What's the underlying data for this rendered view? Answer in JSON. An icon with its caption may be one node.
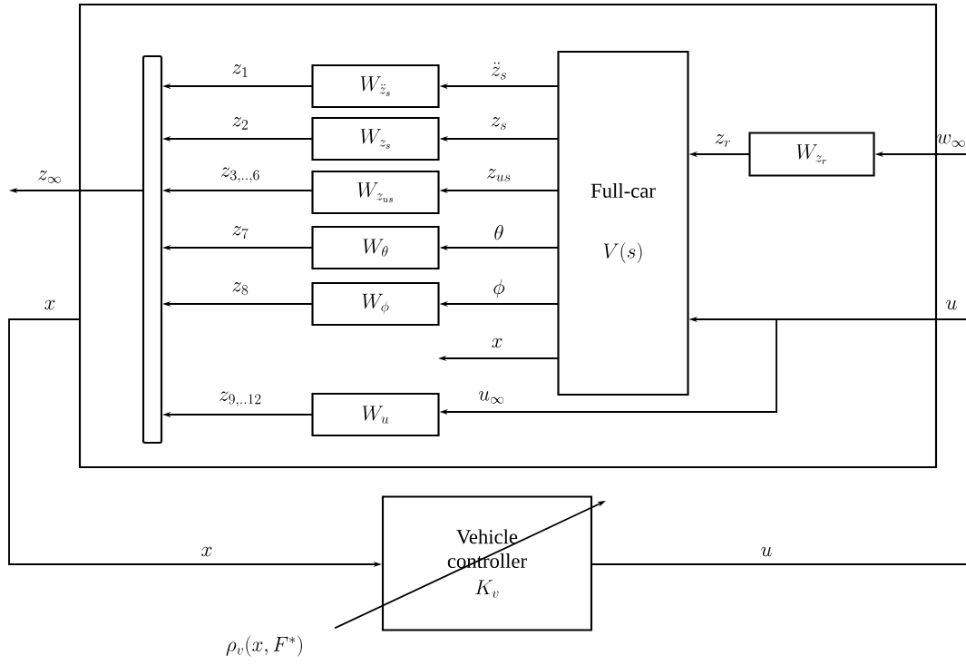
{
  "diagram": {
    "nodes": [
      {
        "text": [],
        "shape": "box"
      },
      {
        "text": [],
        "shape": "bar",
        "in": 0
      },
      {
        "text": [
          "W_{\\ddot{z}_s}"
        ],
        "in": 0
      },
      {
        "text": [
          "W_{z_s}"
        ],
        "in": 0
      },
      {
        "text": [
          "W_{z_{us}}"
        ],
        "in": 0
      },
      {
        "text": [
          "W_{\\theta}"
        ],
        "in": 0
      },
      {
        "text": [
          "W_{\\phi}"
        ],
        "in": 0
      },
      {
        "text": [
          "W_{u}"
        ],
        "in": 0
      },
      {
        "text": [
          "Full-car",
          "V(s)"
        ],
        "in": 0
      },
      {
        "text": [
          "W_{z_r}"
        ],
        "in": 0
      },
      {
        "text": [
          "Vehicle controller",
          "K_v"
        ]
      }
    ],
    "edges": [
      {
        "from": 2,
        "to": 1,
        "arrow": "to",
        "label": "z_1"
      },
      {
        "from": 3,
        "to": 1,
        "arrow": "to",
        "label": "z_2"
      },
      {
        "from": 4,
        "to": 1,
        "arrow": "to",
        "label": "z_{3,..,6}"
      },
      {
        "from": 5,
        "to": 1,
        "arrow": "to",
        "label": "z_7"
      },
      {
        "from": 6,
        "to": 1,
        "arrow": "to",
        "label": "z_8"
      },
      {
        "from": 7,
        "to": 1,
        "arrow": "to",
        "label": "z_{9,..12}"
      },
      {
        "from": 8,
        "to": 2,
        "arrow": "to",
        "label": "\\ddot{z}_s"
      },
      {
        "from": 8,
        "to": 3,
        "arrow": "to",
        "label": "z_s"
      },
      {
        "from": 8,
        "to": 4,
        "arrow": "to",
        "label": "z_{us}"
      },
      {
        "from": 8,
        "to": 5,
        "arrow": "to",
        "label": "\\theta"
      },
      {
        "from": 8,
        "to": 6,
        "arrow": "to",
        "label": "\\phi"
      },
      {
        "from": 8,
        "to": null,
        "arrow": "to",
        "label": "x"
      },
      {
        "from": null,
        "to": 7,
        "arrow": "to",
        "label": "u_\\infty"
      },
      {
        "from": null,
        "to": 8,
        "arrow": "to",
        "label": "u"
      },
      {
        "from": 9,
        "to": 8,
        "arrow": "to",
        "label": "z_r"
      },
      {
        "from": null,
        "to": 9,
        "arrow": "to",
        "label": "w_\\infty"
      },
      {
        "from": 1,
        "to": null,
        "arrow": "to",
        "label": "z_\\infty"
      },
      {
        "from": 0,
        "to": 10,
        "arrow": "to",
        "label": "x"
      },
      {
        "from": 10,
        "to": null,
        "arrow": "none",
        "label": "u"
      }
    ],
    "labels": [
      "x",
      "\\rho_v(x, F^*)"
    ]
  }
}
